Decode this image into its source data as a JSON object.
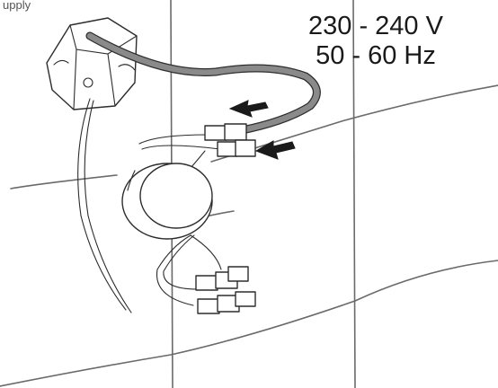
{
  "top_caption": "upply",
  "voltage_label": {
    "line1": "230 - 240 V",
    "line2": "50 - 60 Hz"
  },
  "colors": {
    "background": "#ffffff",
    "text": "#1a1a1a",
    "tile_grout": "#6a6a6a",
    "outline": "#2d2d2d",
    "cable": "#8a8a8a",
    "arrow": "#1a1a1a"
  }
}
